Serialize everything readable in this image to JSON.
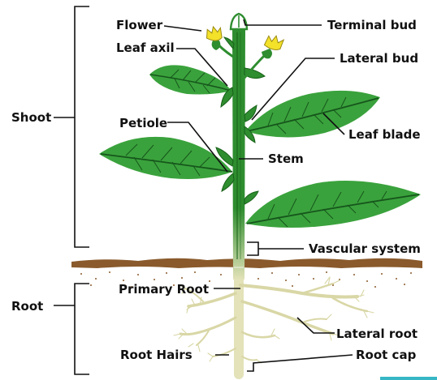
{
  "labels": {
    "flower": "Flower",
    "terminal_bud": "Terminal bud",
    "leaf_axil": "Leaf axil",
    "lateral_bud": "Lateral bud",
    "shoot": "Shoot",
    "petiole": "Petiole",
    "leaf_blade": "Leaf blade",
    "stem": "Stem",
    "vascular_system": "Vascular system",
    "primary_root": "Primary Root",
    "root": "Root",
    "lateral_root": "Lateral root",
    "root_hairs": "Root Hairs",
    "root_cap": "Root cap"
  },
  "colors": {
    "leaf": "#3aa23c",
    "leaf_vein": "#16561c",
    "stem": "#2e8d2f",
    "stem_dark": "#176018",
    "root": "#e3e2b9",
    "soil": "#8a5a2c",
    "flower": "#f3e12a",
    "accent_strip": "#37b6c6"
  }
}
